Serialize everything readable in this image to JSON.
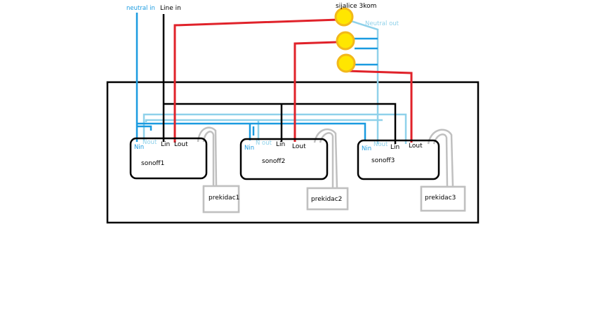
{
  "labels": {
    "neutral_in": "neutral in",
    "line_in": "Line in",
    "bulbs": "sijalice 3kom",
    "neutral_out": "Neutral out"
  },
  "modules": [
    {
      "name": "sonoff1",
      "terminals": {
        "nin": "Nin",
        "nout": "Nout",
        "lin": "Lin",
        "lout": "Lout"
      },
      "switch": "prekidac1"
    },
    {
      "name": "sonoff2",
      "terminals": {
        "nin": "Nin",
        "nout": "N out",
        "lin": "Lin",
        "lout": "Lout"
      },
      "switch": "prekidac2"
    },
    {
      "name": "sonoff3",
      "terminals": {
        "nin": "Nin",
        "nout": "Nout",
        "lin": "Lin",
        "lout": "Lout"
      },
      "switch": "prekidac3"
    }
  ],
  "colors": {
    "line": "#000000",
    "neutral": "#1a9be0",
    "neutral_out": "#8fd1ea",
    "load": "#e0222a",
    "bulb_fill": "#ffe600",
    "bulb_stroke": "#f2b81b",
    "switch_wire": "#c0c0c0",
    "enclosure": "#000000"
  }
}
